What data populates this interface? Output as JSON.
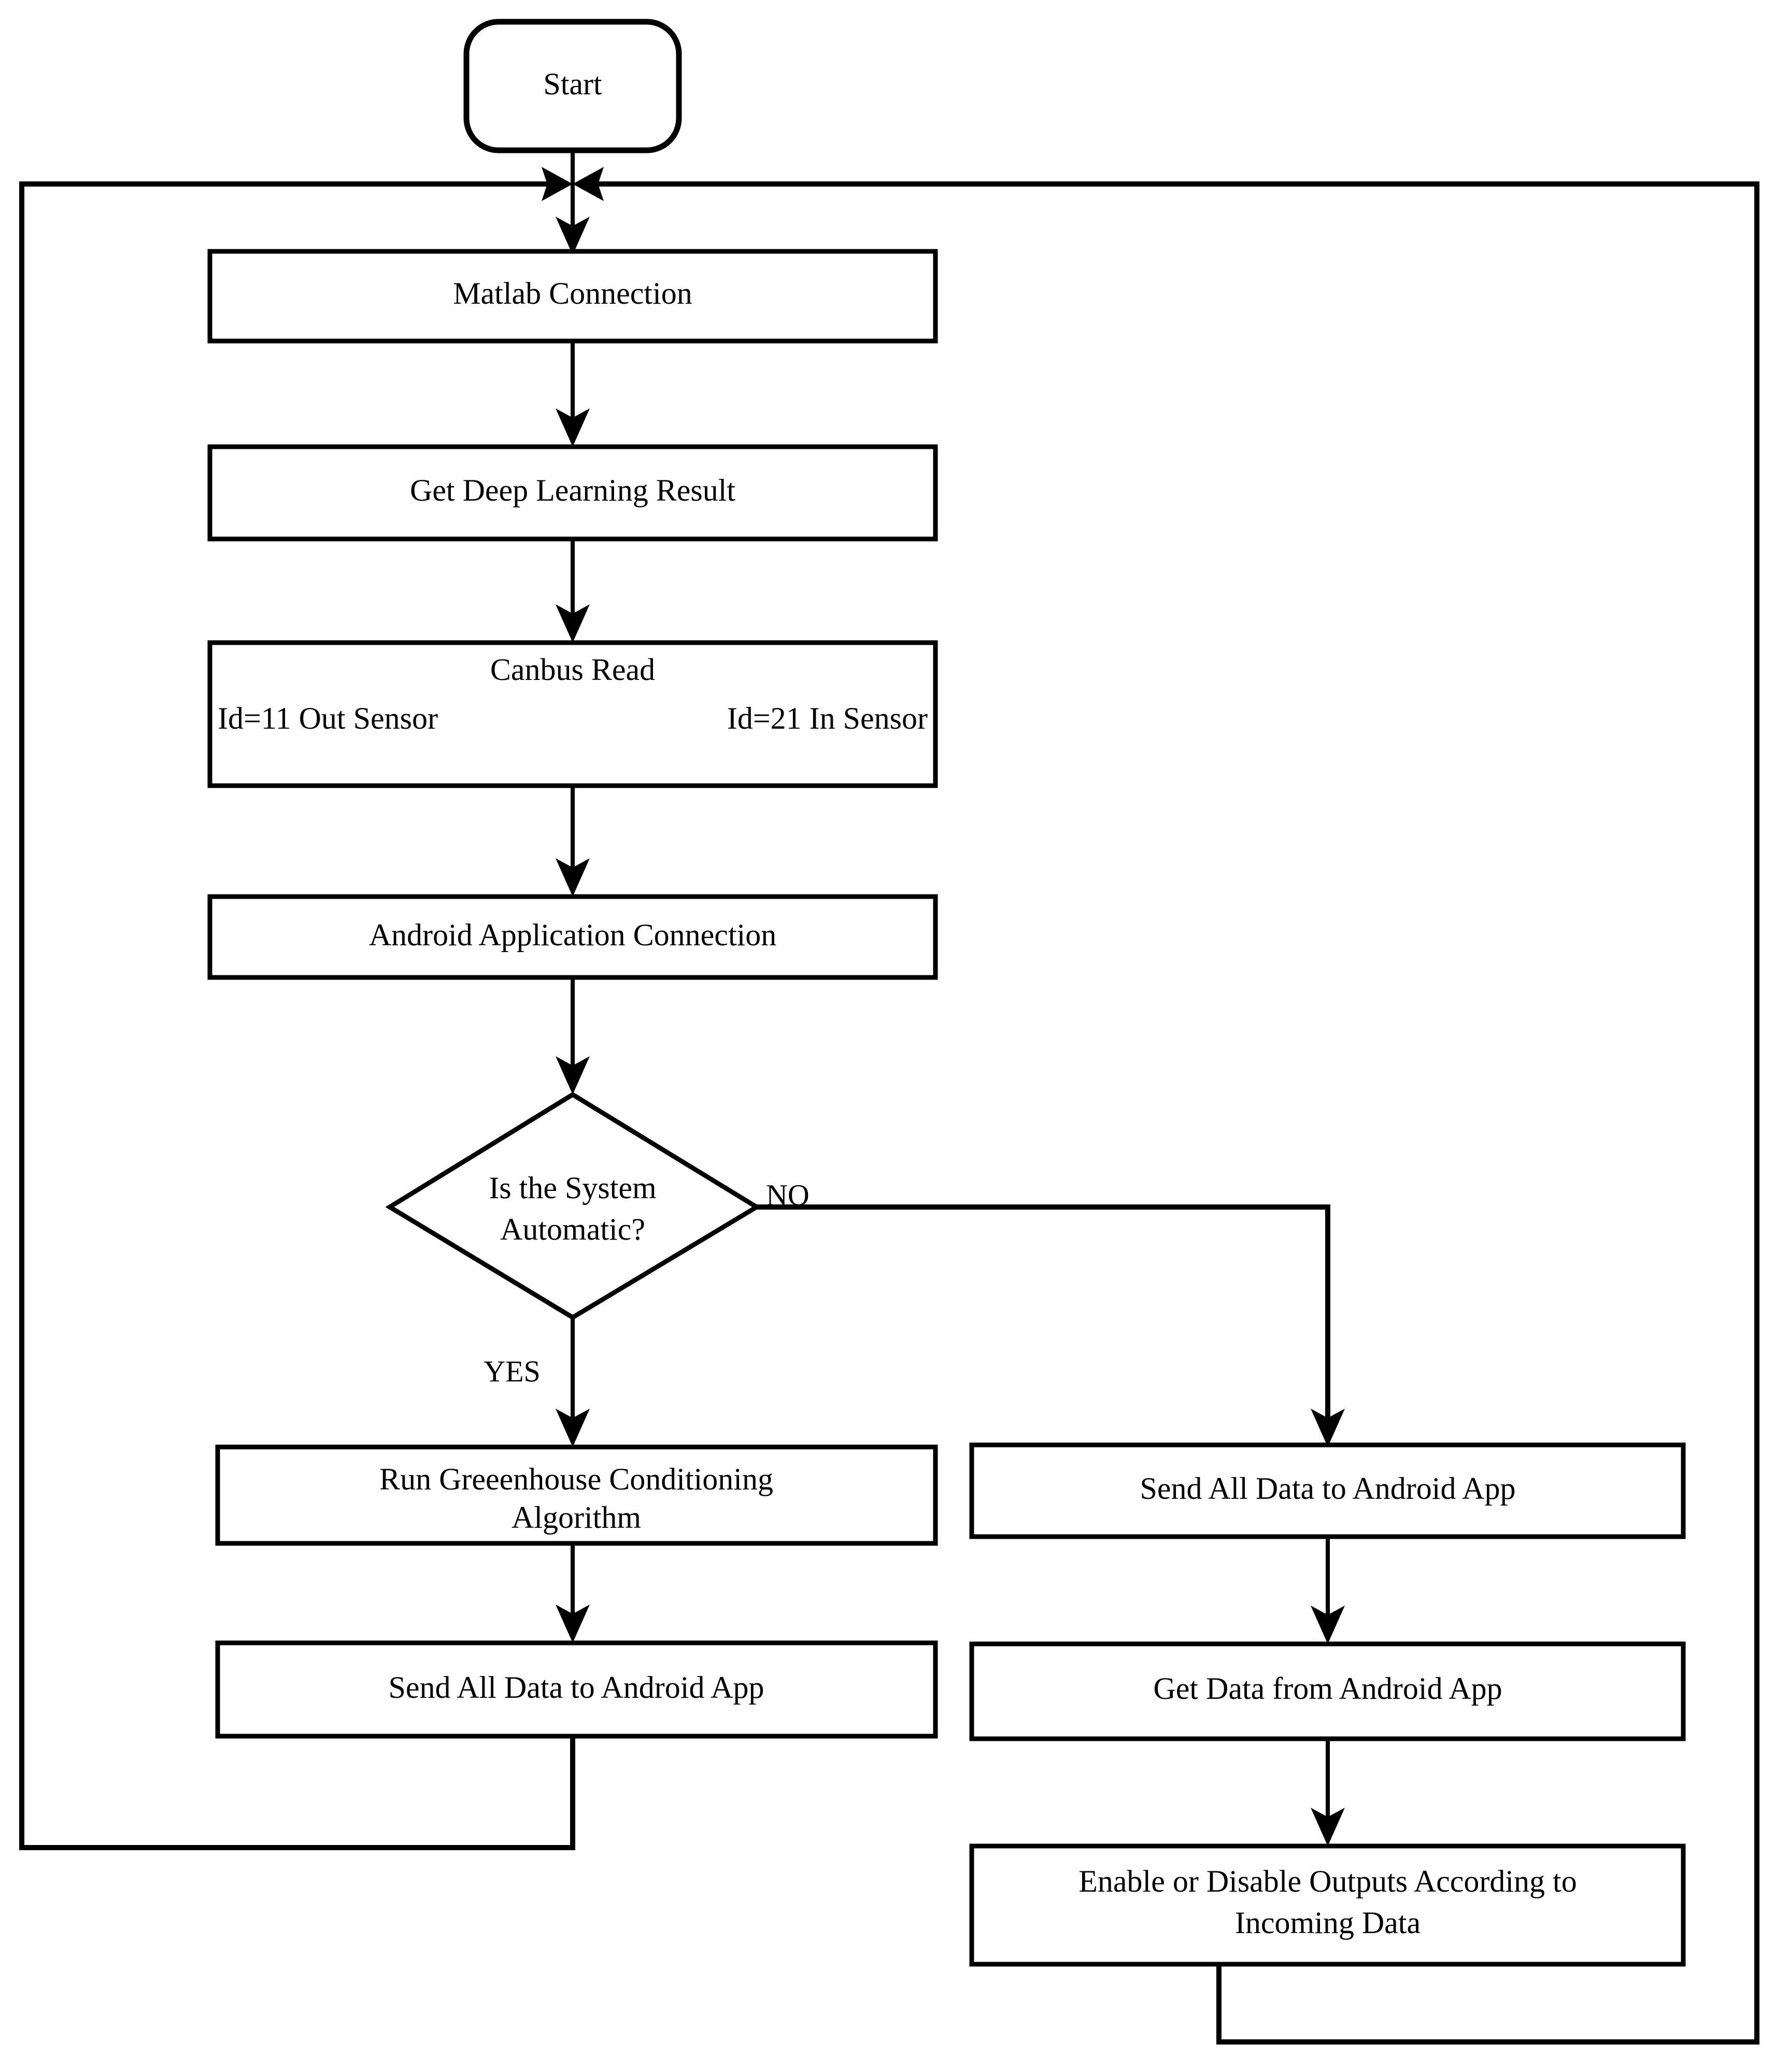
{
  "diagram": {
    "type": "flowchart",
    "orientation": "top-to-bottom",
    "background_color": "#ffffff",
    "line_color": "#000000",
    "nodes": {
      "start": {
        "shape": "rounded-terminator",
        "label": "Start"
      },
      "matlab_connection": {
        "shape": "process",
        "label": "Matlab Connection"
      },
      "deep_learning": {
        "shape": "process",
        "label": "Get Deep Learning Result"
      },
      "canbus_read": {
        "shape": "process",
        "label": "Canbus Read",
        "left_detail": "Id=11 Out Sensor",
        "right_detail": "Id=21 In Sensor"
      },
      "android_connection": {
        "shape": "process",
        "label": "Android Application Connection"
      },
      "decision": {
        "shape": "diamond",
        "line1": "Is the System",
        "line2": "Automatic?",
        "yes_label": "YES",
        "no_label": "NO"
      },
      "run_algorithm": {
        "shape": "process",
        "line1": "Run Greeenhouse Conditioning",
        "line2": "Algorithm"
      },
      "send_data_left": {
        "shape": "process",
        "label": "Send All Data to Android App"
      },
      "send_data_right": {
        "shape": "process",
        "label": "Send All Data to Android App"
      },
      "get_data": {
        "shape": "process",
        "label": "Get Data from Android App"
      },
      "enable_outputs": {
        "shape": "process",
        "line1": "Enable or Disable Outputs According to",
        "line2": "Incoming Data"
      }
    },
    "edges": [
      {
        "from": "start",
        "to": "matlab_connection",
        "label": ""
      },
      {
        "from": "matlab_connection",
        "to": "deep_learning",
        "label": ""
      },
      {
        "from": "deep_learning",
        "to": "canbus_read",
        "label": ""
      },
      {
        "from": "canbus_read",
        "to": "android_connection",
        "label": ""
      },
      {
        "from": "android_connection",
        "to": "decision",
        "label": ""
      },
      {
        "from": "decision",
        "to": "run_algorithm",
        "label": "YES"
      },
      {
        "from": "decision",
        "to": "send_data_right",
        "label": "NO"
      },
      {
        "from": "run_algorithm",
        "to": "send_data_left",
        "label": ""
      },
      {
        "from": "send_data_left",
        "to": "matlab_connection",
        "label": "loop-back-left"
      },
      {
        "from": "send_data_right",
        "to": "get_data",
        "label": ""
      },
      {
        "from": "get_data",
        "to": "enable_outputs",
        "label": ""
      },
      {
        "from": "enable_outputs",
        "to": "matlab_connection",
        "label": "loop-back-right"
      }
    ]
  }
}
